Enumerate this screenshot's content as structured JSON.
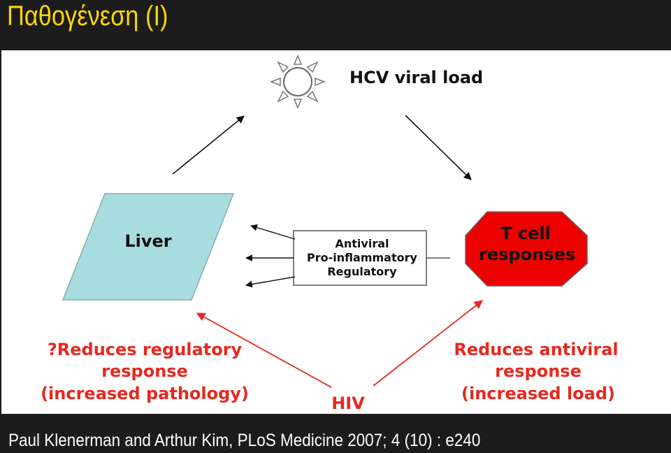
{
  "slide": {
    "title": "Παθογένεση (I)",
    "caption": "Paul Klenerman and Arthur Kim, PLoS Medicine 2007; 4 (10) : e240"
  },
  "diagram": {
    "virus_label": "HCV viral load",
    "liver_label": "Liver",
    "tcell_label_line1": "T cell",
    "tcell_label_line2": "responses",
    "cytokine_line1": "Antiviral",
    "cytokine_line2": "Pro-inflammatory",
    "cytokine_line3": "Regulatory",
    "left_effect_line1": "?Reduces regulatory",
    "left_effect_line2": "response",
    "left_effect_line3": "(increased pathology)",
    "right_effect_line1": "Reduces antiviral",
    "right_effect_line2": "response",
    "right_effect_line3": "(increased load)",
    "hiv_label": "HIV"
  },
  "colors": {
    "title": "#ffd700",
    "liver_fill": "#a8dde0",
    "tcell_fill": "#ee0000",
    "hiv_red": "#e8281e",
    "background": "#1c1c1c"
  },
  "icons": {
    "virus": "virus-sun-icon"
  }
}
